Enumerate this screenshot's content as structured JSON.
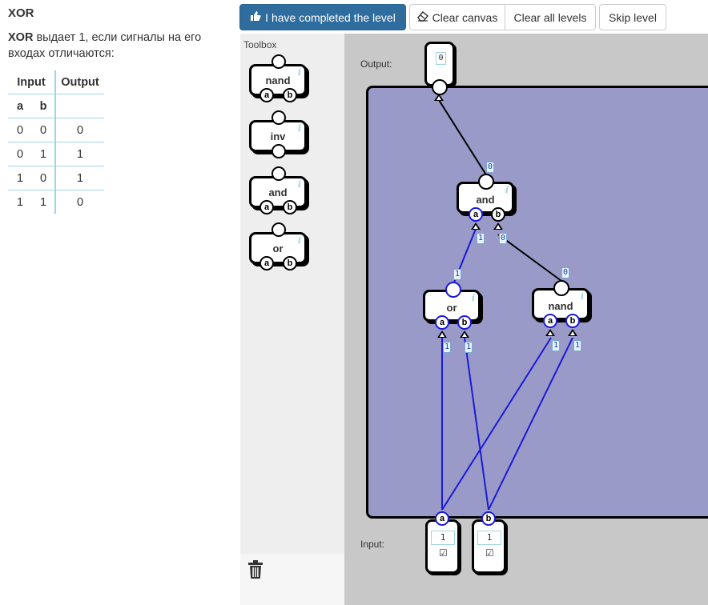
{
  "level": {
    "title": "XOR",
    "description_bold": "XOR",
    "description_rest": " выдает 1, если сигналы на его входах отличаются:",
    "table": {
      "header_input": "Input",
      "header_output": "Output",
      "sub_a": "a",
      "sub_b": "b",
      "rows": [
        [
          "0",
          "0",
          "0"
        ],
        [
          "0",
          "1",
          "1"
        ],
        [
          "1",
          "0",
          "1"
        ],
        [
          "1",
          "1",
          "0"
        ]
      ]
    }
  },
  "toolbar": {
    "complete_label": "I have completed the level",
    "clear_canvas_label": "Clear canvas",
    "clear_all_label": "Clear all levels",
    "skip_label": "Skip level"
  },
  "toolbox": {
    "label": "Toolbox",
    "gates": [
      {
        "name": "nand",
        "pin_a": "a",
        "pin_b": "b"
      },
      {
        "name": "inv"
      },
      {
        "name": "and",
        "pin_a": "a",
        "pin_b": "b"
      },
      {
        "name": "or",
        "pin_a": "a",
        "pin_b": "b"
      }
    ],
    "info_glyph": "i"
  },
  "canvas": {
    "output_label": "Output:",
    "input_label": "Input:",
    "output_value": "0",
    "gates": {
      "and": {
        "name": "and",
        "pin_a": "a",
        "pin_b": "b",
        "out_value": "0",
        "in_a_value": "1",
        "in_b_value": "0"
      },
      "or": {
        "name": "or",
        "pin_a": "a",
        "pin_b": "b",
        "out_value": "1",
        "in_a_value": "1",
        "in_b_value": "1"
      },
      "nand": {
        "name": "nand",
        "pin_a": "a",
        "pin_b": "b",
        "out_value": "0",
        "in_a_value": "1",
        "in_b_value": "1"
      }
    },
    "inputs": [
      {
        "name": "a",
        "value": "1",
        "checked": "☑"
      },
      {
        "name": "b",
        "value": "1",
        "checked": "☑"
      }
    ]
  },
  "colors": {
    "primary_button": "#2f6d9e",
    "board": "#9a9ac8",
    "wire_on": "#1a1ad8",
    "wire_off": "#000000",
    "table_border": "#9fd5e2"
  }
}
